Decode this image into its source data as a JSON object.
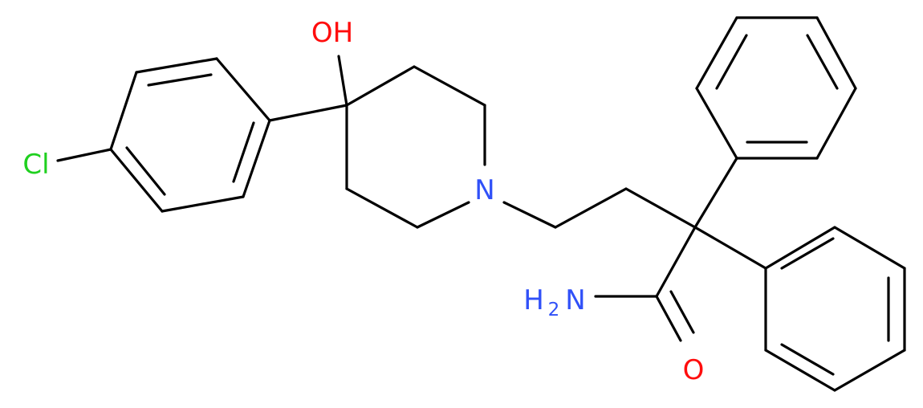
{
  "atoms": {
    "hydroxyl": "OH",
    "chlorine": "Cl",
    "piperidine_nitrogen": "N",
    "amide_h": "H",
    "amide_subscript": "2",
    "amide_n": "N",
    "carbonyl_oxygen": "O"
  },
  "colors": {
    "bond": "#000000",
    "oxygen": "#ff0d0d",
    "nitrogen": "#3050f8",
    "chlorine": "#1fd01f"
  }
}
